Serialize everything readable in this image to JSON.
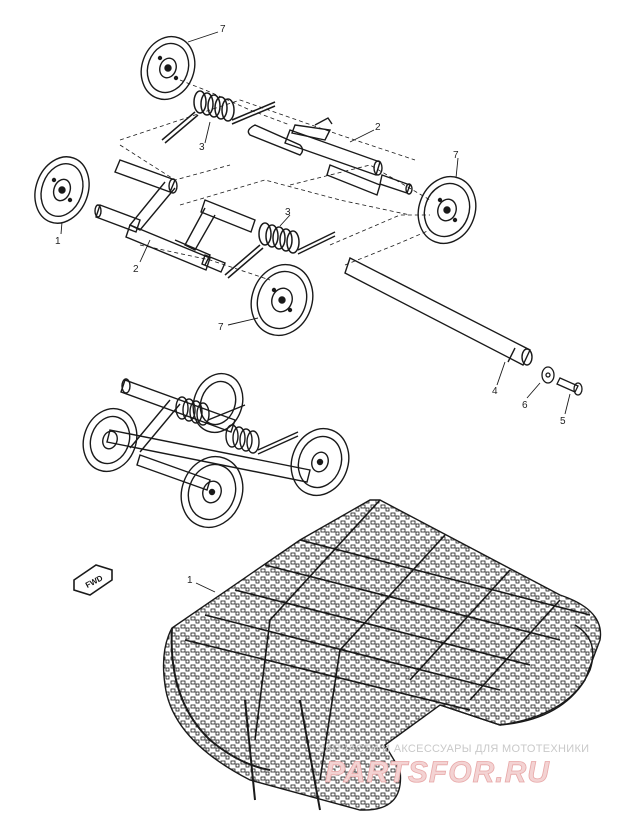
{
  "callouts": {
    "c1_track": "1",
    "c2_upper": "2",
    "c2_lower": "2",
    "c3_upper": "3",
    "c3_lower": "3",
    "c4_axle": "4",
    "c5_bolt": "5",
    "c6_washer": "6",
    "c7_topleft": "7",
    "c7_right": "7",
    "c7_bottom": "7",
    "c1_leftwheel": "1"
  },
  "fwd_label": "FWD",
  "watermark": {
    "line1": "ЗАПЧАСТИ И АКСЕССУАРЫ ДЛЯ МОТОТЕХНИКИ",
    "line2": "PARTSFOR.RU"
  },
  "colors": {
    "ink": "#1a1a1a",
    "watermark_red": "#e8a8a8",
    "watermark_grey": "#c9c9c9"
  }
}
